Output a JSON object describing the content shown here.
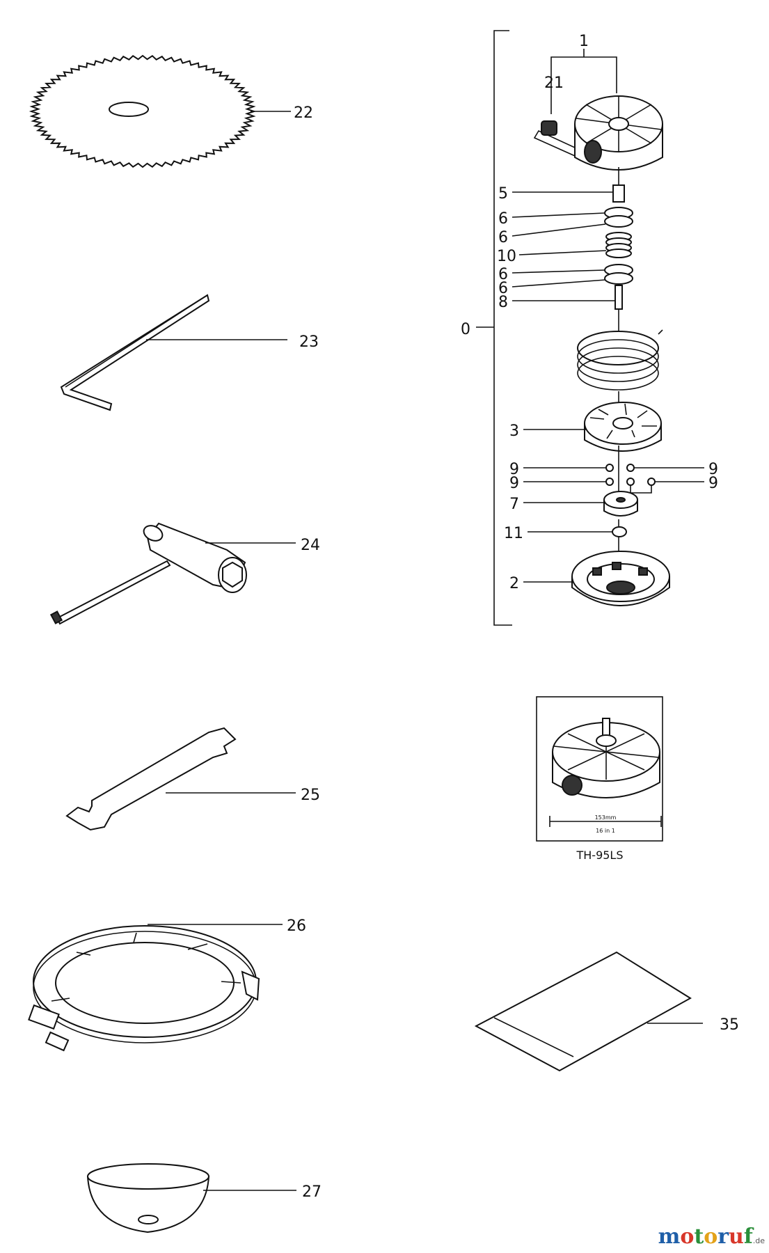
{
  "labels": {
    "group": "0",
    "p1": "1",
    "p21": "21",
    "p5": "5",
    "p6a": "6",
    "p6b": "6",
    "p10": "10",
    "p6c": "6",
    "p6d": "6",
    "p8": "8",
    "p3": "3",
    "p9a": "9",
    "p9b": "9",
    "p9c": "9",
    "p9d": "9",
    "p7": "7",
    "p11": "11",
    "p2": "2",
    "p22": "22",
    "p23": "23",
    "p24": "24",
    "p25": "25",
    "p26": "26",
    "p27": "27",
    "p35": "35"
  },
  "inset": {
    "caption": "TH-95LS",
    "dimension": "153mm",
    "dimension_sub": "16 in 1"
  },
  "watermark": {
    "letters": [
      "m",
      "o",
      "t",
      "o",
      "r",
      "u",
      "f"
    ],
    "colors": [
      "#1f5fa8",
      "#d8372a",
      "#2a8f3a",
      "#e3a21a",
      "#1f5fa8",
      "#d8372a",
      "#2a8f3a"
    ],
    "suffix": ".de"
  }
}
